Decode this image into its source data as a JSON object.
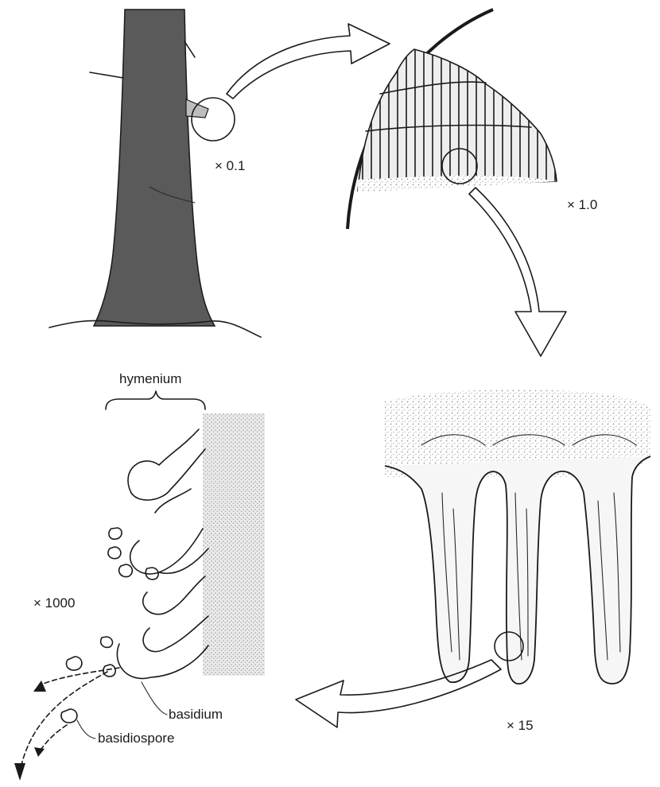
{
  "magnifications": {
    "tree": "× 0.1",
    "bracket": "× 1.0",
    "pores": "× 15",
    "hymenium": "× 1000"
  },
  "labels": {
    "hymenium": "hymenium",
    "basidium": "basidium",
    "basidiospore": "basidiospore"
  },
  "colors": {
    "trunk": "#5a5a5a",
    "ink": "#1a1a1a",
    "stipple": "#cfcfcf"
  }
}
